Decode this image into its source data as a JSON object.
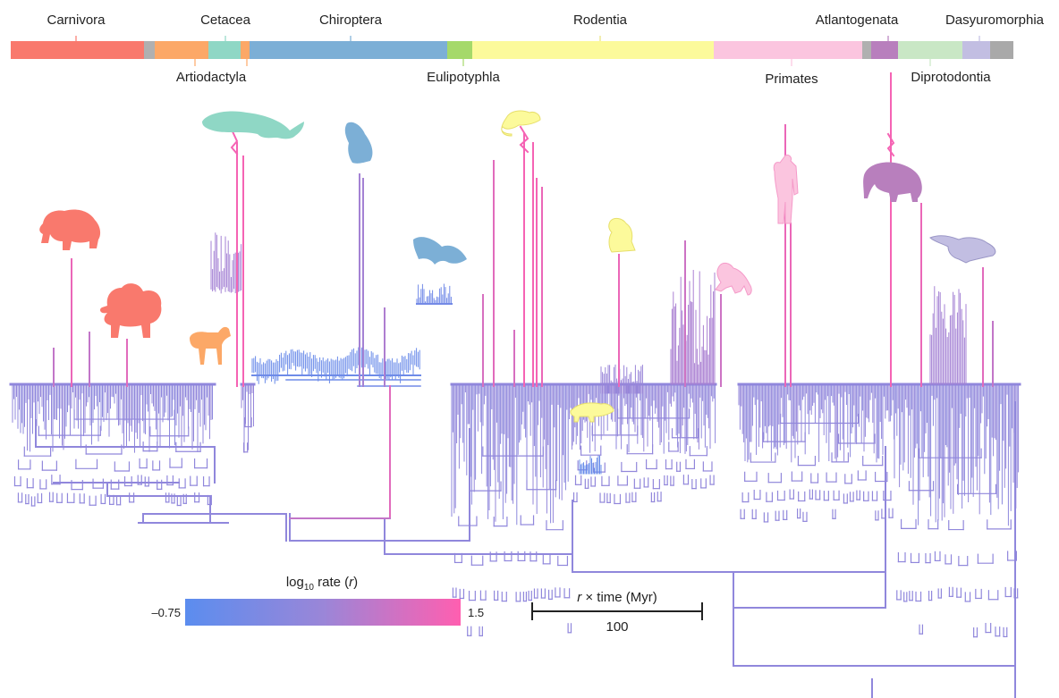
{
  "colors": {
    "rate_low": "#5b8def",
    "rate_mid": "#9a86d8",
    "rate_high": "#ff5fb0",
    "ink": "#222222"
  },
  "clades": [
    {
      "name": "Carnivora",
      "color": "#f9796d",
      "label_pos": "top"
    },
    {
      "name": "",
      "color": "#b0b0b0",
      "label_pos": "none"
    },
    {
      "name": "Artiodactyla",
      "color": "#fca867",
      "label_pos": "bottom"
    },
    {
      "name": "Cetacea",
      "color": "#8fd7c5",
      "label_pos": "top"
    },
    {
      "name": "",
      "color": "#fca867",
      "label_pos": "none"
    },
    {
      "name": "Chiroptera",
      "color": "#7cafd6",
      "label_pos": "top"
    },
    {
      "name": "Eulipotyphla",
      "color": "#a5d96a",
      "label_pos": "bottom"
    },
    {
      "name": "Rodentia",
      "color": "#fcfa9b",
      "label_pos": "top"
    },
    {
      "name": "Primates",
      "color": "#fbc5df",
      "label_pos": "bottom"
    },
    {
      "name": "",
      "color": "#b0b0b0",
      "label_pos": "none"
    },
    {
      "name": "Atlantogenata",
      "color": "#b87fbd",
      "label_pos": "top"
    },
    {
      "name": "Diprotodontia",
      "color": "#c9e7c5",
      "label_pos": "bottom"
    },
    {
      "name": "Dasyuromorphia",
      "color": "#c2bee2",
      "label_pos": "top"
    },
    {
      "name": "",
      "color": "#a9a9a9",
      "label_pos": "none"
    }
  ],
  "legend": {
    "title_prefix": "log",
    "title_sub": "10",
    "title_suffix": " rate (",
    "title_var": "r",
    "title_close": ")",
    "min_label": "–0.75",
    "max_label": "1.5"
  },
  "scale_bar": {
    "title_var": "r",
    "title_rest": " × time (Myr)",
    "value": "100"
  },
  "silhouettes": [
    {
      "icon": "bear-icon",
      "color": "#f9796d"
    },
    {
      "icon": "lion-icon",
      "color": "#f9796d"
    },
    {
      "icon": "deer-icon",
      "color": "#fca867"
    },
    {
      "icon": "whale-icon",
      "color": "#8fd7c5"
    },
    {
      "icon": "bat-icon",
      "color": "#7cafd6"
    },
    {
      "icon": "flying-bat-icon",
      "color": "#7cafd6"
    },
    {
      "icon": "mouse-icon",
      "color": "#fcfa9b"
    },
    {
      "icon": "beaver-icon",
      "color": "#fcfa9b"
    },
    {
      "icon": "capybara-icon",
      "color": "#fcfa9b"
    },
    {
      "icon": "human-icon",
      "color": "#fbc5df"
    },
    {
      "icon": "monkey-icon",
      "color": "#fbc5df"
    },
    {
      "icon": "elephant-icon",
      "color": "#b87fbd"
    },
    {
      "icon": "opossum-icon",
      "color": "#c2bee2"
    }
  ]
}
